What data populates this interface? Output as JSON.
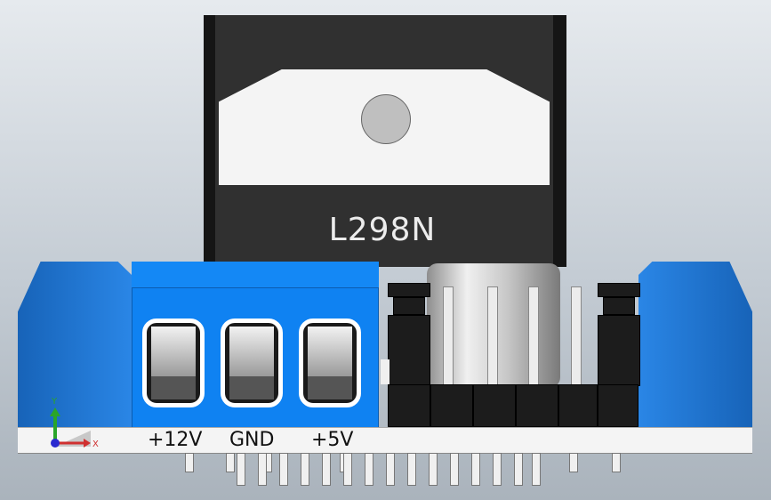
{
  "chip": {
    "label": "L298N"
  },
  "terminal": {
    "labels": [
      "+12V",
      "GND",
      "+5V"
    ]
  },
  "axes": {
    "y_label": "Y",
    "x_label": "X"
  },
  "colors": {
    "terminal_blue": "#0f82f2",
    "chip_black": "#151515",
    "pcb": "#f4f4f4"
  }
}
